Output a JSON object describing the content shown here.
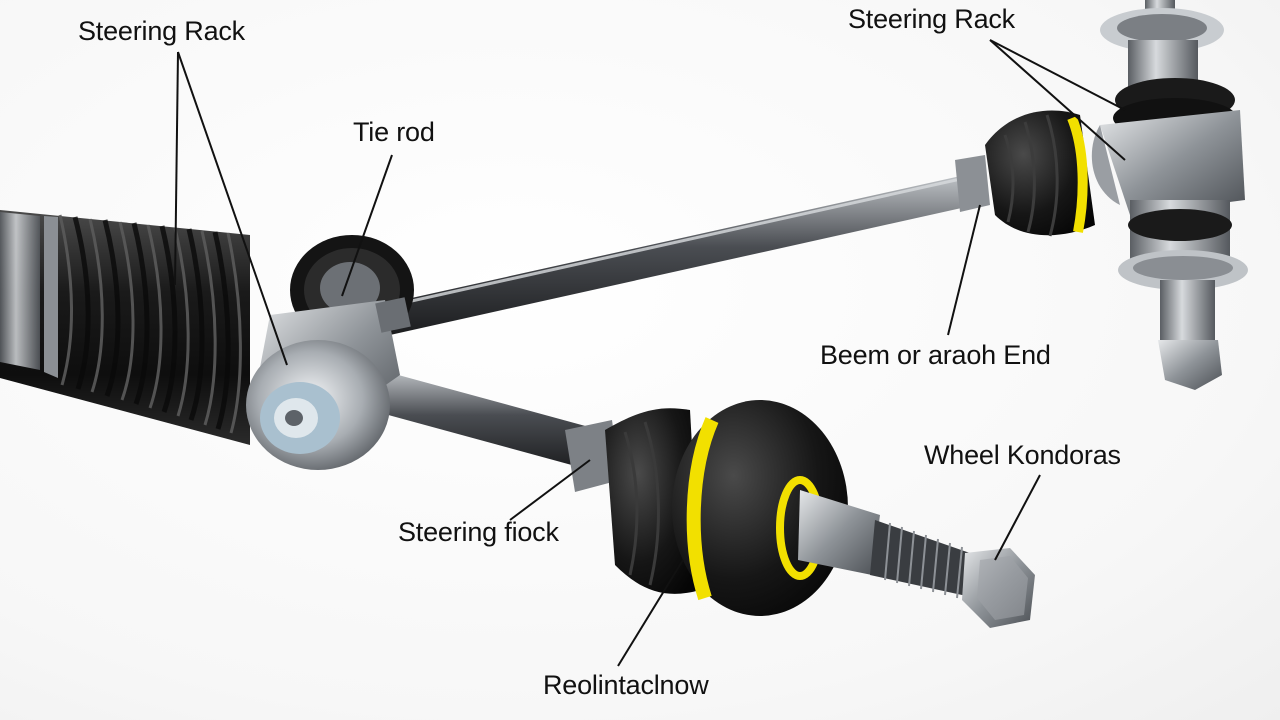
{
  "labels": {
    "steering_rack_left": "Steering Rack",
    "steering_rack_right": "Steering Rack",
    "tie_rod": "Tie rod",
    "beem_end": "Beem or araoh End",
    "wheel": "Wheel Kondoras",
    "steering_fiock": "Steering fiock",
    "reolint": "Reolintaclnow"
  },
  "colors": {
    "rubber_boot": "#1b1b1b",
    "metal": "#9a9ea3",
    "yellow_band": "#f2e000",
    "leader_line": "#111111"
  }
}
